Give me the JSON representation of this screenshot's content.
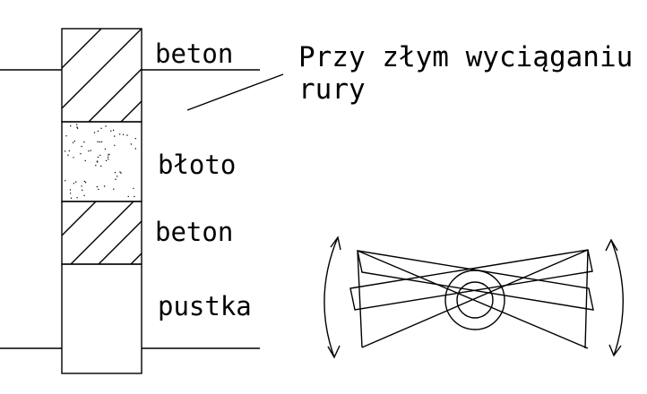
{
  "layers": {
    "beton_top": "beton",
    "bloto": "błoto",
    "beton_mid": "beton",
    "pustka": "pustka"
  },
  "annotation": {
    "line1": "Przy złym wyciąganiu",
    "line2": "rury"
  },
  "colors": {
    "ink": "#000000",
    "background": "#ffffff"
  }
}
